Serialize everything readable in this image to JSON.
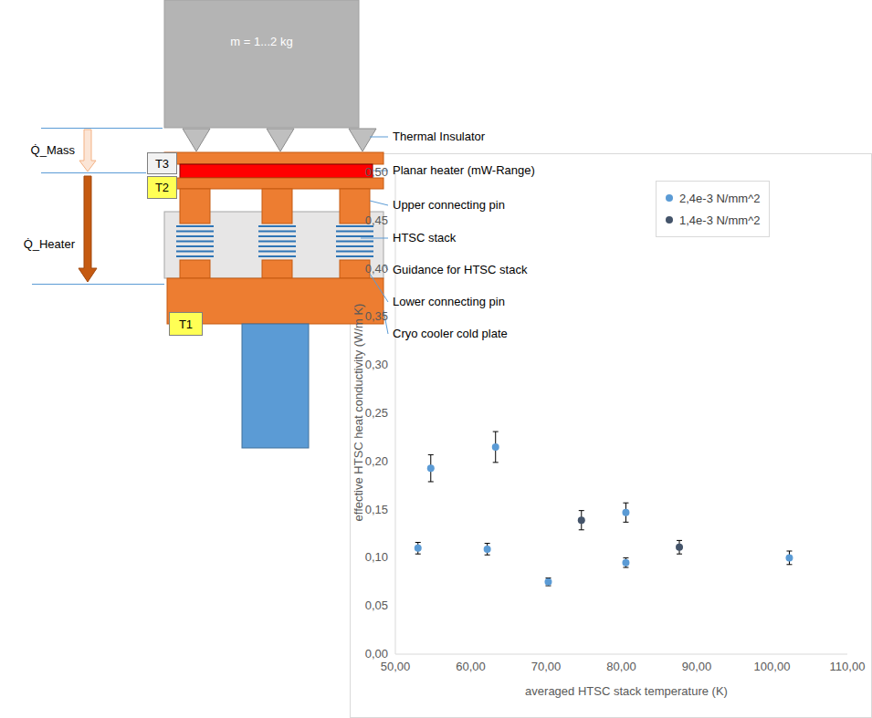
{
  "diagram": {
    "nodes": [
      {
        "text": [
          "m = 1...2 kg"
        ]
      },
      {
        "text": [
          "T3"
        ]
      },
      {
        "text": [
          "T2"
        ]
      },
      {
        "text": [
          "T1"
        ]
      }
    ],
    "labels": [
      "Q̇_Mass",
      "Q̇_Heater",
      "Thermal Insulator",
      "Planar heater (mW-Range)",
      "Upper connecting pin",
      "HTSC stack",
      "Guidance for HTSC stack",
      "Lower connecting pin",
      "Cryo cooler cold plate",
      "effective HTSC heat conductivity (W/m K)",
      "averaged HTSC stack temperature (K)",
      "0,50",
      "0,45",
      "0,40",
      "0,35",
      "0,30",
      "0,25",
      "0,20",
      "0,15",
      "0,10",
      "0,05",
      "0,00",
      "50,00",
      "60,00",
      "70,00",
      "80,00",
      "90,00",
      "100,00",
      "110,00"
    ],
    "legend": [
      {
        "text": "2,4e-3 N/mm^2",
        "color": "#5b9bd5"
      },
      {
        "text": "1,4e-3 N/mm^2",
        "color": "#44546a"
      }
    ]
  }
}
